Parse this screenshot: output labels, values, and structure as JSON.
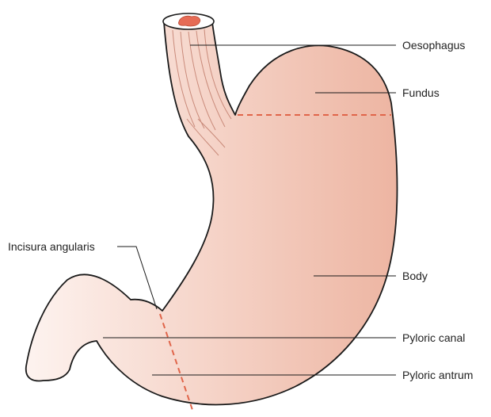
{
  "labels": {
    "oesophagus": "Oesophagus",
    "fundus": "Fundus",
    "incisura": "Incisura angularis",
    "body": "Body",
    "pyloric_canal": "Pyloric canal",
    "pyloric_antrum": "Pyloric antrum"
  },
  "colors": {
    "tissue_light": "#fdf2ee",
    "tissue_mid": "#f6d6cb",
    "tissue_dark": "#edb5a2",
    "dashed_line": "#e0654a",
    "lumen": "#e66b55"
  }
}
